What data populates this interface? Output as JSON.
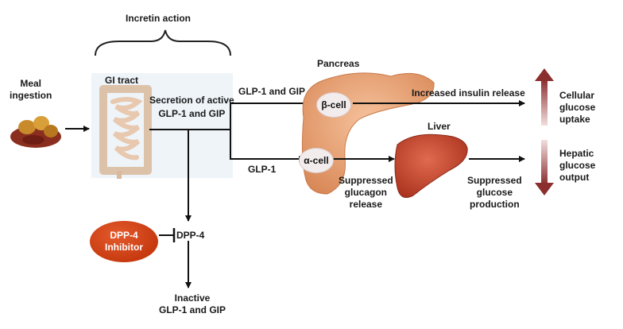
{
  "title": "Incretin action",
  "meal": "Meal\ningestion",
  "gi_tract": "GI tract",
  "secretion": "Secretion of active\nGLP-1 and GIP",
  "pancreas": "Pancreas",
  "glp1_gip": "GLP-1 and GIP",
  "glp1": "GLP-1",
  "beta_cell": "β-cell",
  "alpha_cell": "α-cell",
  "insulin": "Increased insulin release",
  "liver": "Liver",
  "suppressed_glucagon": "Suppressed\nglucagon\nrelease",
  "suppressed_glucose": "Suppressed\nglucose\nproduction",
  "cellular_uptake": "Cellular glucose\nuptake",
  "hepatic_output": "Hepatic glucose\noutput",
  "dpp4_inhibitor": "DPP-4\nInhibitor",
  "dpp4": "DPP-4",
  "inactive": "Inactive\nGLP-1 and GIP",
  "colors": {
    "arrow": "#111111",
    "dpp4_fill": "#d2461a",
    "liver": "#b53a24",
    "pancreas": "#e59a6c",
    "updown_arrow": "#8b2e2e"
  }
}
